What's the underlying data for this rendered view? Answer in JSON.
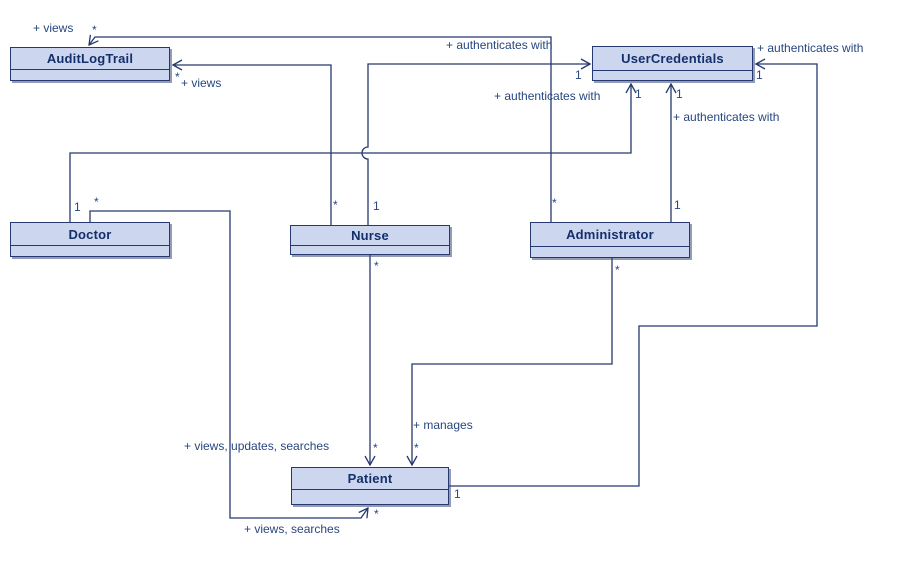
{
  "colors": {
    "box_fill": "#cdd6ef",
    "box_border": "#26386f",
    "line": "#26386f",
    "title_text": "#13306b",
    "label_text": "#27477f",
    "background": "#ffffff"
  },
  "classes": {
    "audit_log_trail": {
      "name": "AuditLogTrail"
    },
    "user_credentials": {
      "name": "UserCredentials"
    },
    "doctor": {
      "name": "Doctor"
    },
    "nurse": {
      "name": "Nurse"
    },
    "administrator": {
      "name": "Administrator"
    },
    "patient": {
      "name": "Patient"
    }
  },
  "associations": {
    "administrator_views_auditlogtrail": {
      "label": "+ views",
      "mult_auditlogtrail": "*",
      "mult_administrator": "*"
    },
    "nurse_views_auditlogtrail": {
      "label": "+ views",
      "mult_auditlogtrail": "*",
      "mult_nurse": "*"
    },
    "doctor_authenticates_usercredentials": {
      "label": "+ authenticates with",
      "mult_doctor": "1",
      "mult_usercredentials": "1"
    },
    "nurse_authenticates_usercredentials": {
      "label": "+ authenticates with",
      "mult_nurse": "1",
      "mult_usercredentials": "1"
    },
    "administrator_authenticates_usercredentials": {
      "label": "+ authenticates with",
      "mult_administrator": "1",
      "mult_usercredentials": "1"
    },
    "patient_authenticates_usercredentials": {
      "label": "+ authenticates with",
      "mult_patient": "1",
      "mult_usercredentials": "1"
    },
    "nurse_views_updates_searches_patient": {
      "label": "+ views, updates, searches",
      "mult_nurse": "*",
      "mult_patient": "*"
    },
    "administrator_manages_patient": {
      "label": "+ manages",
      "mult_administrator": "*",
      "mult_patient": "*"
    },
    "doctor_views_searches_patient": {
      "label": "+ views, searches",
      "mult_doctor": "*",
      "mult_patient": "*"
    }
  }
}
